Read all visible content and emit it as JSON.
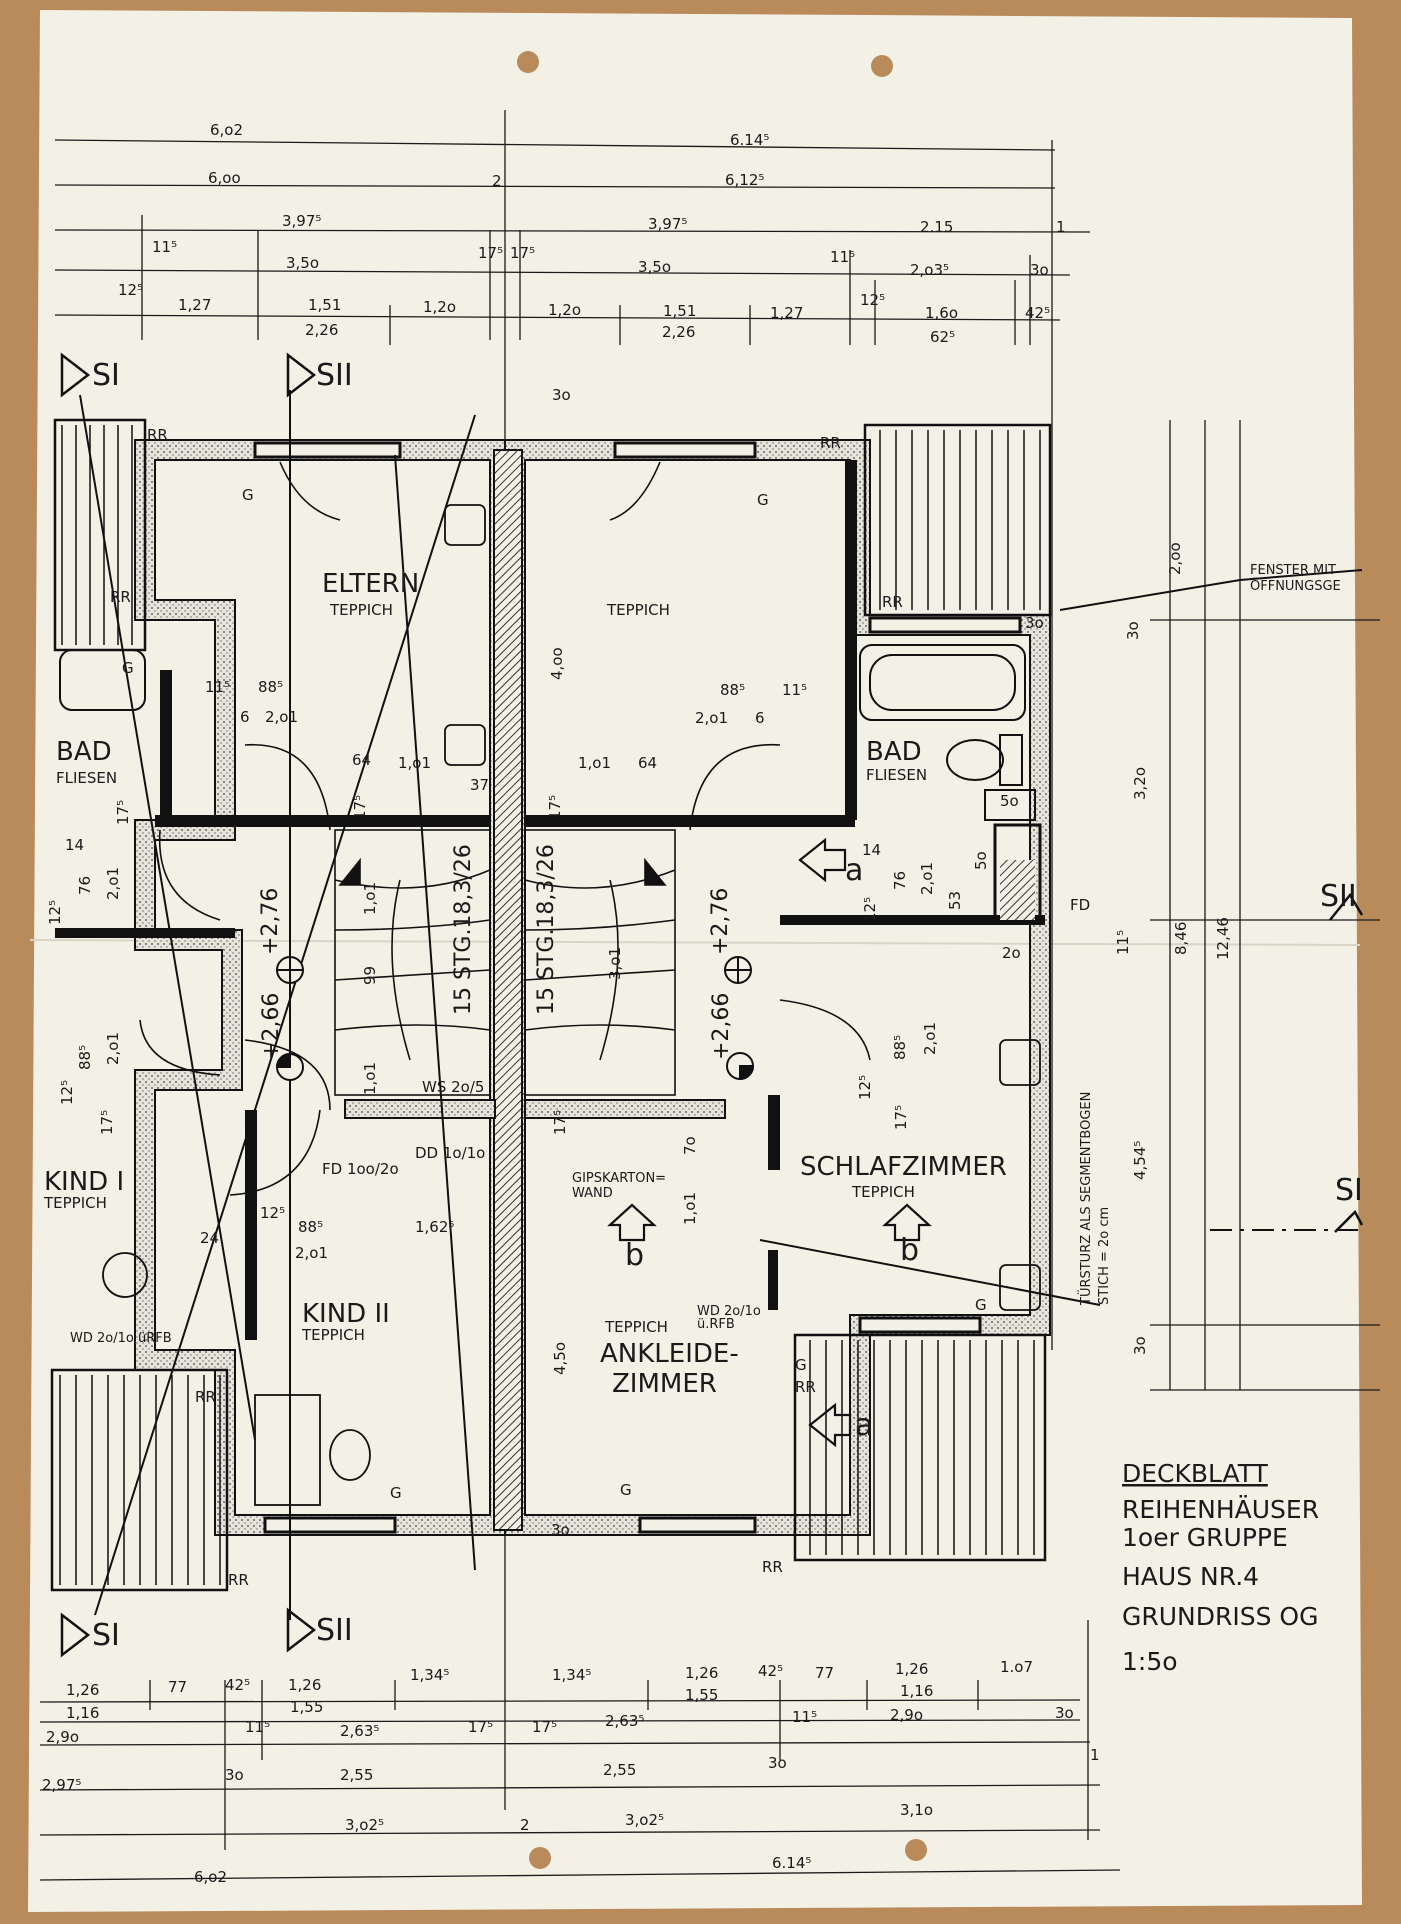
{
  "colors": {
    "paper": "#f3f0e6",
    "ink": "#1a1a1a",
    "wood": "#b98a5a",
    "hatch": "#555555"
  },
  "dims_top": [
    {
      "t": "6,o2"
    },
    {
      "t": "6.14⁵"
    },
    {
      "t": "6,oo"
    },
    {
      "t": "6,12⁵"
    },
    {
      "t": "3,97⁵"
    },
    {
      "t": "3,97⁵"
    },
    {
      "t": "2.15"
    },
    {
      "t": "11⁵"
    },
    {
      "t": "3,5o"
    },
    {
      "t": "17⁵"
    },
    {
      "t": "17⁵"
    },
    {
      "t": "3,5o"
    },
    {
      "t": "11⁵"
    },
    {
      "t": "2,o3⁵"
    },
    {
      "t": "3o"
    },
    {
      "t": "12⁵"
    },
    {
      "t": "1,27"
    },
    {
      "t": "1,51"
    },
    {
      "t": "1,2o"
    },
    {
      "t": "1,2o"
    },
    {
      "t": "1,51"
    },
    {
      "t": "1,27"
    },
    {
      "t": "12⁵"
    },
    {
      "t": "1,6o"
    },
    {
      "t": "42⁵"
    },
    {
      "t": "2,26"
    },
    {
      "t": "2,26"
    },
    {
      "t": "62⁵"
    },
    {
      "t": "2"
    },
    {
      "t": "1"
    }
  ],
  "dims_bottom": [
    {
      "t": "1,26"
    },
    {
      "t": "77"
    },
    {
      "t": "42⁵"
    },
    {
      "t": "1,26"
    },
    {
      "t": "1,34⁵"
    },
    {
      "t": "1,34⁵"
    },
    {
      "t": "1,26"
    },
    {
      "t": "42⁵"
    },
    {
      "t": "77"
    },
    {
      "t": "1,26"
    },
    {
      "t": "1.o7"
    },
    {
      "t": "1,16"
    },
    {
      "t": "1,55"
    },
    {
      "t": "1,55"
    },
    {
      "t": "1,16"
    },
    {
      "t": "2,9o"
    },
    {
      "t": "11⁵"
    },
    {
      "t": "2,63⁵"
    },
    {
      "t": "17⁵"
    },
    {
      "t": "17⁵"
    },
    {
      "t": "2,63⁵"
    },
    {
      "t": "11⁵"
    },
    {
      "t": "2,9o"
    },
    {
      "t": "3o"
    },
    {
      "t": "2,97⁵"
    },
    {
      "t": "3o"
    },
    {
      "t": "2,55"
    },
    {
      "t": "2,55"
    },
    {
      "t": "3o"
    },
    {
      "t": "1"
    },
    {
      "t": "3,o2⁵"
    },
    {
      "t": "3,o2⁵"
    },
    {
      "t": "3,1o"
    },
    {
      "t": "6,o2"
    },
    {
      "t": "6.14⁵"
    },
    {
      "t": "2"
    }
  ],
  "dims_right": [
    {
      "t": "2,oo"
    },
    {
      "t": "3o"
    },
    {
      "t": "3,2o"
    },
    {
      "t": "8,46"
    },
    {
      "t": "12,46"
    },
    {
      "t": "11⁵"
    },
    {
      "t": "4,54⁵"
    },
    {
      "t": "3o"
    }
  ],
  "interior_dims": [
    {
      "t": "11⁵"
    },
    {
      "t": "88⁵"
    },
    {
      "t": "6"
    },
    {
      "t": "2,o1"
    },
    {
      "t": "88⁵"
    },
    {
      "t": "11⁵"
    },
    {
      "t": "2,o1"
    },
    {
      "t": "6"
    },
    {
      "t": "64"
    },
    {
      "t": "1,o1"
    },
    {
      "t": "37"
    },
    {
      "t": "1,o1"
    },
    {
      "t": "64"
    },
    {
      "t": "4,oo"
    },
    {
      "t": "17⁵"
    },
    {
      "t": "17⁵"
    },
    {
      "t": "17⁵"
    },
    {
      "t": "14"
    },
    {
      "t": "76"
    },
    {
      "t": "2,o1"
    },
    {
      "t": "12⁵"
    },
    {
      "t": "1,o1"
    },
    {
      "t": "99"
    },
    {
      "t": "1,o1"
    },
    {
      "t": "3,o1"
    },
    {
      "t": "88⁵"
    },
    {
      "t": "2,o1"
    },
    {
      "t": "12⁵"
    },
    {
      "t": "17⁵"
    },
    {
      "t": "12⁵"
    },
    {
      "t": "88⁵"
    },
    {
      "t": "2,o1"
    },
    {
      "t": "1,62⁵"
    },
    {
      "t": "24"
    },
    {
      "t": "7o"
    },
    {
      "t": "1,o1"
    },
    {
      "t": "17⁵"
    },
    {
      "t": "4,5o"
    },
    {
      "t": "5o"
    },
    {
      "t": "53"
    },
    {
      "t": "5o"
    },
    {
      "t": "2o"
    },
    {
      "t": "76"
    },
    {
      "t": "2,o1"
    },
    {
      "t": "12⁵"
    },
    {
      "t": "14"
    },
    {
      "t": "88⁵"
    },
    {
      "t": "2,o1"
    },
    {
      "t": "12⁵"
    },
    {
      "t": "17⁵"
    },
    {
      "t": "3o"
    },
    {
      "t": "3o"
    },
    {
      "t": "3o"
    }
  ],
  "rooms": {
    "eltern": "ELTERN",
    "eltern_floor": "TEPPICH",
    "teppich_right": "TEPPICH",
    "bad_left": "BAD",
    "bad_left_floor": "FLIESEN",
    "bad_right": "BAD",
    "bad_right_floor": "FLIESEN",
    "kind1": "KIND I",
    "kind1_floor": "TEPPICH",
    "kind2": "KIND II",
    "kind2_floor": "TEPPICH",
    "schlaf": "SCHLAFZIMMER",
    "schlaf_floor": "TEPPICH",
    "ankleide_floor": "TEPPICH",
    "ankleide_1": "ANKLEIDE-",
    "ankleide_2": "ZIMMER"
  },
  "notes": {
    "stairs_left": "15 STG.18,3/26",
    "stairs_right": "15 STG.18,3/26",
    "level_276_a": "+2,76",
    "level_276_b": "+2,76",
    "level_266_a": "+2,66",
    "level_266_b": "+2,66",
    "ws": "WS 2o/5",
    "dd": "DD 1o/1o",
    "fd": "FD 1oo/2o",
    "gips_1": "GIPSKARTON=",
    "gips_2": "WAND",
    "wd_left": "WD 2o/1o üRFB",
    "wd_right_1": "WD 2o/1o",
    "wd_right_2": "ü.RFB",
    "tuersturz_1": "TÜRSTURZ ALS SEGMENTBOGEN",
    "tuersturz_2": "STICH = 2o cm",
    "fenster_1": "FENSTER MIT",
    "fenster_2": "ÖFFNUNGSGE",
    "fd_right": "FD"
  },
  "markers": {
    "g": "G",
    "rr": "RR",
    "a": "a",
    "b": "b",
    "si": "SI",
    "sii": "SII"
  },
  "title_block": {
    "line1": "DECKBLATT",
    "line2": "REIHENHÄUSER",
    "line3": "1oer GRUPPE",
    "line4": "HAUS NR.4",
    "line5": "GRUNDRISS OG",
    "line6": "1:5o"
  }
}
